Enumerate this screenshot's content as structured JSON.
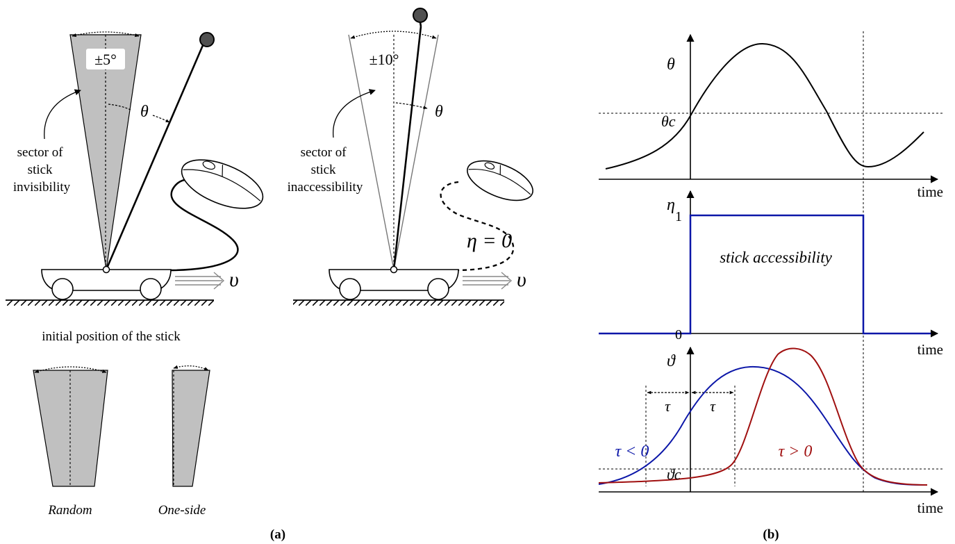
{
  "panel_a": {
    "label": "(a)",
    "cart1": {
      "sector_angle": "±5°",
      "theta": "θ",
      "sector_label": [
        "sector of",
        "stick",
        "invisibility"
      ],
      "velocity": "υ"
    },
    "cart2": {
      "sector_angle": "±10°",
      "theta": "θ",
      "sector_label": [
        "sector of",
        "stick",
        "inaccessibility"
      ],
      "eta_eq": "η = 0",
      "velocity": "υ"
    },
    "initial_position_title": "initial position of the stick",
    "random_label": "Random",
    "oneside_label": "One-side"
  },
  "panel_b": {
    "label": "(b)",
    "top": {
      "ylabel": "θ",
      "threshold": "θc",
      "xlabel": "time"
    },
    "middle": {
      "ylabel": "η",
      "tick_one": "1",
      "tick_zero": "0",
      "annotation": "stick accessibility",
      "xlabel": "time"
    },
    "bottom": {
      "ylabel": "ϑ",
      "threshold": "ϑc",
      "tau_label": "τ",
      "tau_neg": "τ < 0",
      "tau_pos": "τ > 0",
      "xlabel": "time"
    }
  },
  "colors": {
    "sector_fill": "#c0c0c0",
    "blue": "#0b16a8",
    "red": "#a01010",
    "ball": "#505050",
    "gray_arrow": "#888888"
  }
}
